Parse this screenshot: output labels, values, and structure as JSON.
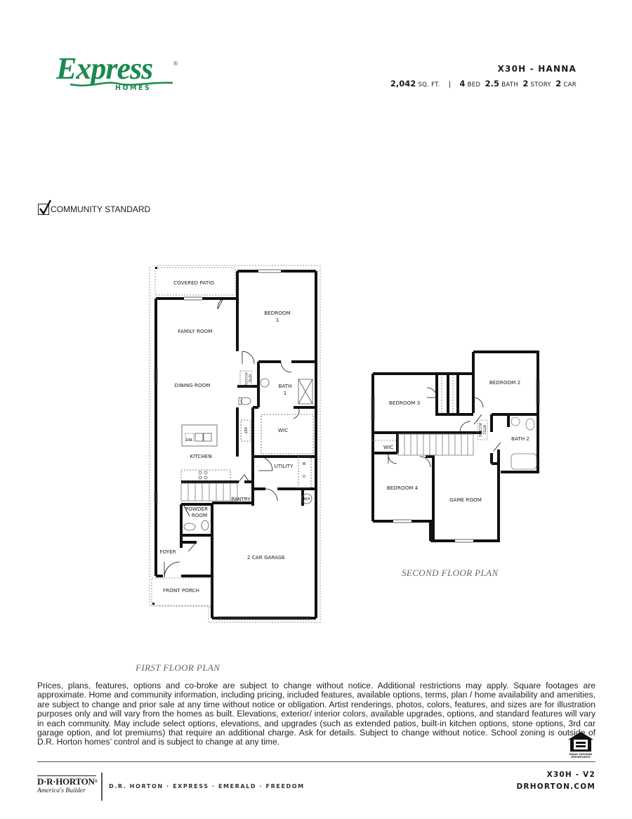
{
  "brand": {
    "logo_text": "Express",
    "logo_registered": "®",
    "logo_subtext": "HOMES",
    "brand_color": "#1a8a4e"
  },
  "header": {
    "plan_title": "X30H - HANNA",
    "specs": {
      "sqft_value": "2,042",
      "sqft_unit": "SQ. FT.",
      "separator": "|",
      "beds_value": "4",
      "beds_unit": "BED",
      "baths_value": "2.5",
      "baths_unit": "BATH",
      "stories_value": "2",
      "stories_unit": "STORY",
      "cars_value": "2",
      "cars_unit": "CAR"
    }
  },
  "legend": {
    "community_standard_checked": true,
    "community_standard_label": "COMMUNITY STANDARD"
  },
  "first_floor": {
    "caption": "FIRST FLOOR PLAN",
    "rooms": {
      "covered_patio": "COVERED PATIO",
      "bedroom1_line1": "BEDROOM",
      "bedroom1_line2": "1",
      "family_room": "FAMILY ROOM",
      "dining_room": "DINING ROOM",
      "attic_access_line1": "ATTIC",
      "attic_access_line2": "ACCESS",
      "bath1_line1": "BATH",
      "bath1_line2": "1",
      "wic": "WIC",
      "ref": "REF",
      "dw": "DW",
      "kitchen": "KITCHEN",
      "utility": "UTILITY",
      "washer": "W",
      "dryer": "D",
      "pantry": "PANTRY",
      "wh": "WH",
      "powder_line1": "POWDER",
      "powder_line2": "ROOM",
      "foyer": "FOYER",
      "garage": "2 CAR GARAGE",
      "front_porch": "FRONT PORCH"
    }
  },
  "second_floor": {
    "caption": "SECOND FLOOR PLAN",
    "rooms": {
      "bedroom2": "BEDROOM 2",
      "bedroom3": "BEDROOM 3",
      "attic_access_line1": "ATTIC",
      "attic_access_line2": "ACCESS",
      "bath2": "BATH 2",
      "wic": "WIC",
      "bedroom4": "BEDROOM 4",
      "game_room": "GAME ROOM"
    }
  },
  "disclaimer": "Prices, plans, features, options and co-broke are subject to change without notice. Additional restrictions may apply.  Square footages are approximate. Home and community information, including pricing, included features, available options, terms, plan / home availability and amenities, are subject to change and prior sale at any time without notice or obligation. Artist renderings, photos, colors, features, and sizes are for illustration purposes only and will vary from the homes as built. Elevations, exterior/ interior colors, available upgrades, options, and standard features will vary in each community. May include select options, elevations, and upgrades (such as extended patios, built-in kitchen options, stone options, 3rd car garage option, and lot premiums) that require an additional charge. Ask for details. Subject to change without notice. School zoning is outside of D.R. Horton homes’ control and is subject to change at any time.",
  "equal_housing": {
    "line1": "EQUAL HOUSING",
    "line2": "OPPORTUNITY"
  },
  "footer": {
    "company_logo": "D·R·HORTON",
    "company_registered": "®",
    "company_tagline": "America's Builder",
    "brands": "D.R. HORTON · EXPRESS · EMERALD · FREEDOM",
    "plan_version": "X30H - V2",
    "website": "DRHORTON.COM"
  }
}
